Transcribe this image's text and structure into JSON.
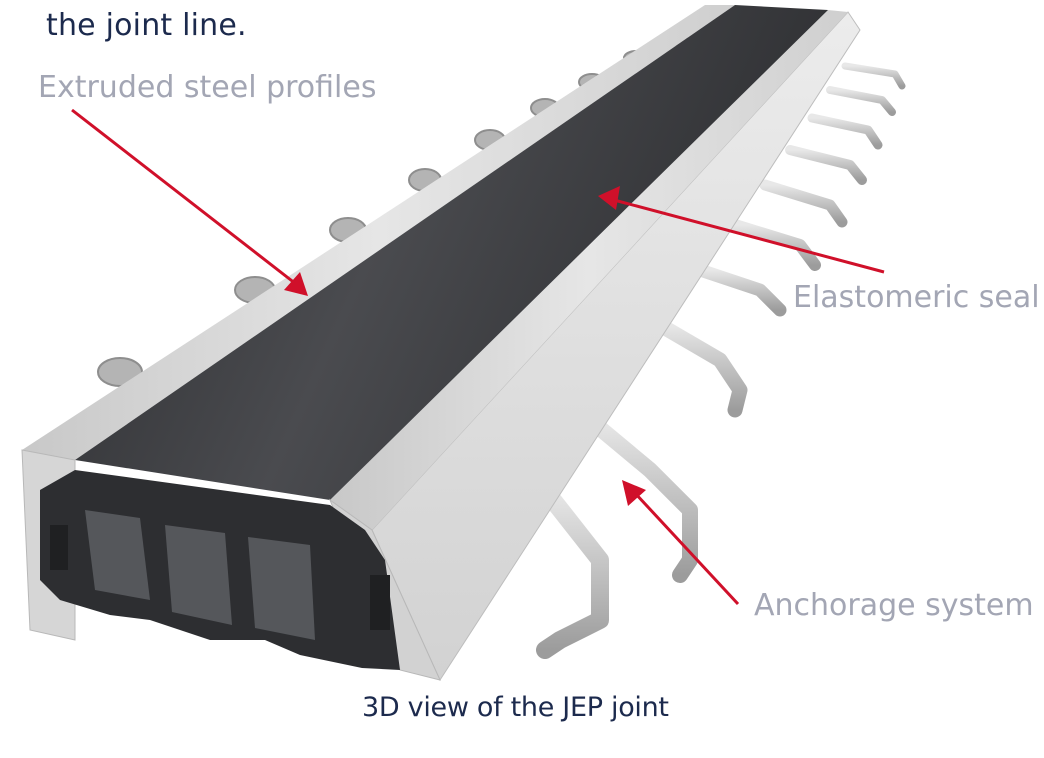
{
  "intro_text": "the joint line.",
  "labels": {
    "profiles": "Extruded steel profiles",
    "seal": "Elastomeric seal",
    "anchorage": "Anchorage system"
  },
  "caption": "3D view of the JEP joint",
  "colors": {
    "arrow": "#d0102a",
    "label": "#a3a6b4",
    "heading": "#1c2a4d",
    "steel": "#d9d9d9",
    "seal": "#3c3d40"
  }
}
